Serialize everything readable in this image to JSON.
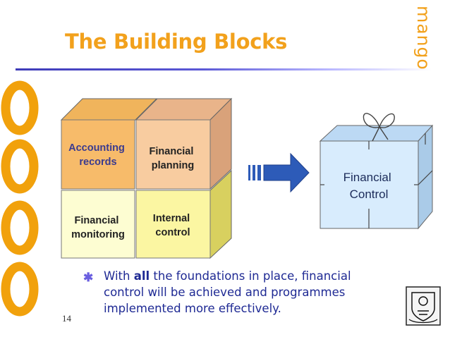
{
  "slide": {
    "title": "The Building Blocks",
    "brand": "mango",
    "page_number": "14"
  },
  "blocks": {
    "accounting_records": [
      "Accounting",
      "records"
    ],
    "financial_planning": [
      "Financial",
      "planning"
    ],
    "financial_monitoring": [
      "Financial",
      "monitoring"
    ],
    "internal_control": [
      "Internal",
      "control"
    ]
  },
  "result": {
    "label": [
      "Financial",
      "Control"
    ]
  },
  "bullet": {
    "before": "With ",
    "emphasis": "all",
    "after": " the foundations in place, financial control will be achieved and programmes implemented more effectively."
  },
  "colors": {
    "title": "#f2a11c",
    "brand": "#f2a11c",
    "bullet_text": "#1f2a94",
    "block_orange": "#f7bb6a",
    "block_peach": "#f8cca0",
    "block_cream": "#fdfdd2",
    "block_yellow": "#fbf6a2",
    "gift_blue": "#d8ecfd",
    "arrow_blue": "#2d5bb8",
    "deco_orange": "#f1a10c"
  },
  "icons": {
    "bullet": "asterisk-bullet-icon",
    "arrow": "right-arrow-icon",
    "gift": "gift-box-icon",
    "crest": "crest-logo-icon",
    "decoration": "orange-rings-decoration"
  }
}
